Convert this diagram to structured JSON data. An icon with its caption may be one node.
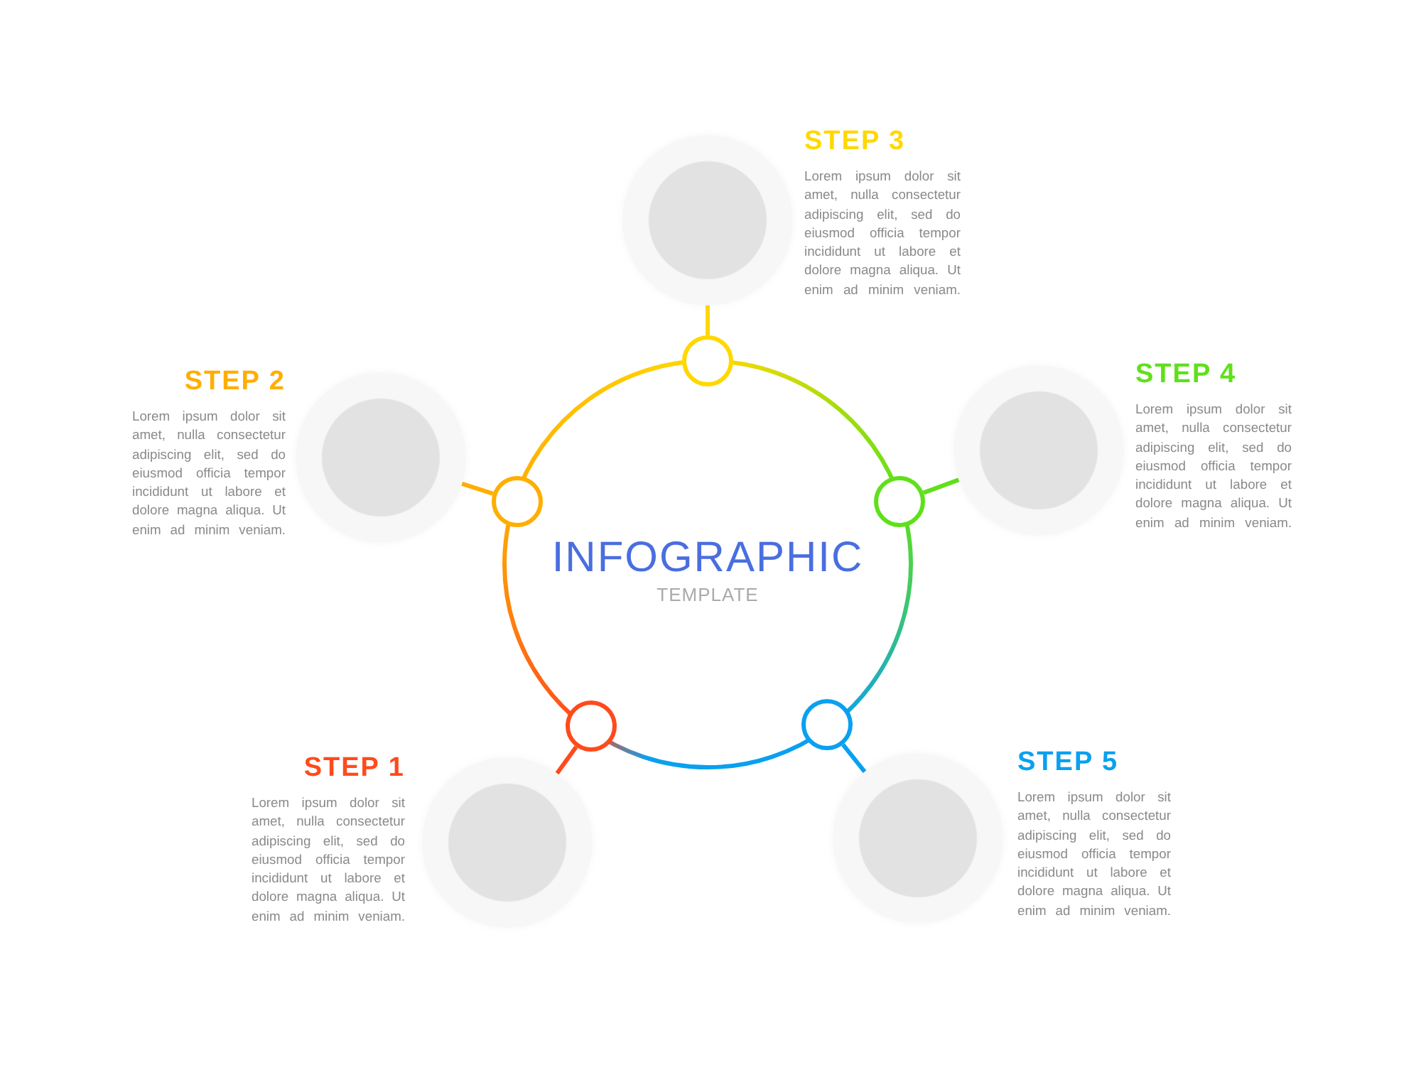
{
  "diagram": {
    "nodes": [
      {
        "text": [
          "INFOGRAPHIC",
          "TEMPLATE"
        ]
      },
      {
        "text": [],
        "shape": "circle"
      },
      {
        "text": [],
        "shape": "circle"
      },
      {
        "text": [],
        "shape": "circle"
      },
      {
        "text": [],
        "shape": "circle"
      },
      {
        "text": [],
        "shape": "circle"
      },
      {
        "text": [],
        "shape": "circle",
        "beside": [
          "STEP 2",
          "Lorem ipsum dolor sit amet, nulla consectetur adipiscing elit, sed do eiusmod officia tempor incididunt ut labore et dolore magna aliqua. Ut enim ad minim veniam."
        ]
      },
      {
        "text": [],
        "shape": "circle",
        "beside": [
          "STEP 1",
          "Lorem ipsum dolor sit amet, nulla consectetur adipiscing elit, sed do eiusmod officia tempor incididunt ut labore et dolore magna aliqua. Ut enim ad minim veniam."
        ]
      },
      {
        "text": [],
        "shape": "circle",
        "beside": [
          "STEP 3",
          "Lorem ipsum dolor sit amet, nulla consectetur adipiscing elit, sed do eiusmod officia tempor incididunt ut labore et dolore magna aliqua. Ut enim ad minim veniam."
        ]
      },
      {
        "text": [],
        "shape": "circle",
        "beside": [
          "STEP 5",
          "Lorem ipsum dolor sit amet, nulla consectetur adipiscing elit, sed do eiusmod officia tempor incididunt ut labore et dolore magna aliqua. Ut enim ad minim veniam."
        ]
      },
      {
        "text": [],
        "shape": "circle",
        "beside": [
          "STEP 4",
          "Lorem ipsum dolor sit amet, nulla consectetur adipiscing elit, sed do eiusmod officia tempor incididunt ut labore et dolore magna aliqua. Ut enim ad minim veniam."
        ]
      }
    ],
    "edges": [
      {
        "from": 1,
        "to": 6,
        "arrow": "none",
        "color": "#ffae00"
      },
      {
        "from": 2,
        "to": 7,
        "arrow": "none",
        "color": "#ff4a1c"
      },
      {
        "from": 3,
        "to": 8,
        "arrow": "none",
        "color": "#ffd800"
      },
      {
        "from": 4,
        "to": 9,
        "arrow": "none",
        "color": "#0aa0f0"
      },
      {
        "from": 5,
        "to": 10,
        "arrow": "none",
        "color": "#5fe01a"
      }
    ]
  }
}
